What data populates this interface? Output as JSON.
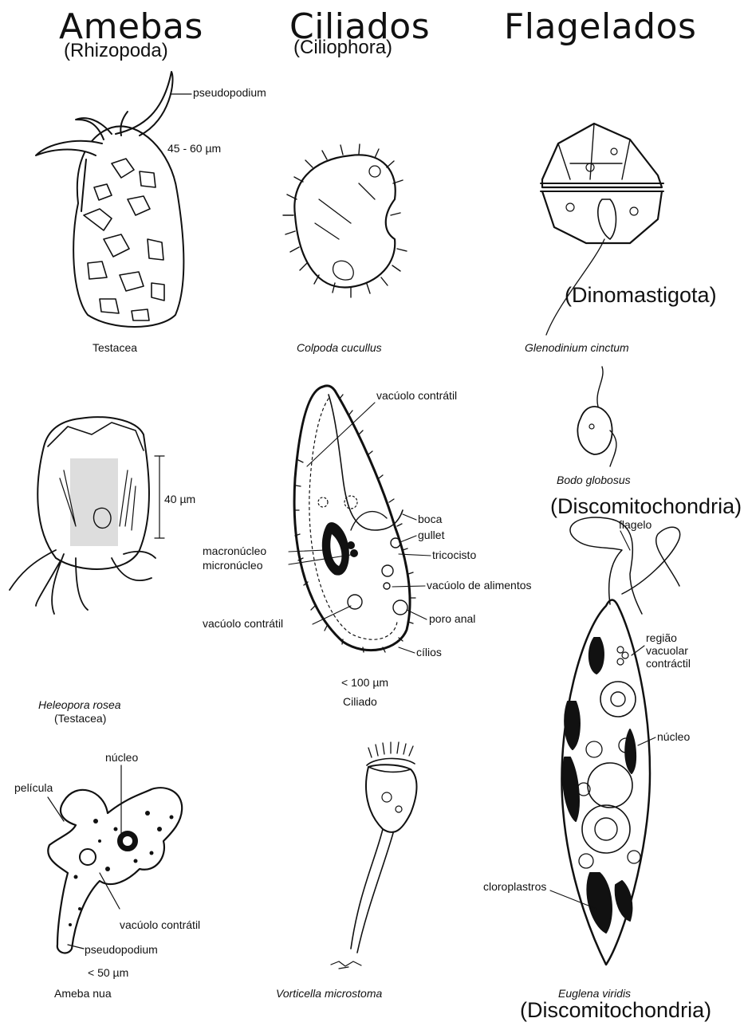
{
  "headers": {
    "amebas": "Amebas",
    "rhizopoda": "(Rhizopoda)",
    "ciliados": "Ciliados",
    "ciliophora": "(Ciliophora)",
    "flagelados": "Flagelados"
  },
  "groups": {
    "dinomastigota": "(Dinomastigota)",
    "discomitochondria_1": "(Discomitochondria)",
    "discomitochondria_2": "(Discomitochondria)"
  },
  "testacea": {
    "pseudopodium": "pseudopodium",
    "size": "45 - 60 µm",
    "caption": "Testacea"
  },
  "heleopora": {
    "size": "40 µm",
    "caption": "Heleopora rosea",
    "subcaption": "(Testacea)"
  },
  "ameba_nua": {
    "nucleo": "núcleo",
    "pelicula": "película",
    "vacuolo": "vacúolo contrátil",
    "pseudopodium": "pseudopodium",
    "size": "< 50 µm",
    "caption": "Ameba nua"
  },
  "colpoda": {
    "caption": "Colpoda cucullus"
  },
  "ciliado": {
    "vacuolo_top": "vacúolo contrátil",
    "boca": "boca",
    "gullet": "gullet",
    "tricocisto": "tricocisto",
    "vacuolo_alimentos": "vacúolo de alimentos",
    "poro_anal": "poro anal",
    "cilios": "cílios",
    "macronucleo": "macronúcleo",
    "micronucleo": "micronúcleo",
    "vacuolo_bottom": "vacúolo contrátil",
    "size": "< 100 µm",
    "caption": "Ciliado"
  },
  "vorticella": {
    "caption": "Vorticella microstoma"
  },
  "glenodinium": {
    "caption": "Glenodinium cinctum"
  },
  "bodo": {
    "caption": "Bodo globosus"
  },
  "euglena": {
    "flagelo": "flagelo",
    "regiao": "região",
    "vacuolar": "vacuolar",
    "contractil": "contráctil",
    "nucleo": "núcleo",
    "cloroplastros": "cloroplastros",
    "caption": "Euglena viridis"
  }
}
